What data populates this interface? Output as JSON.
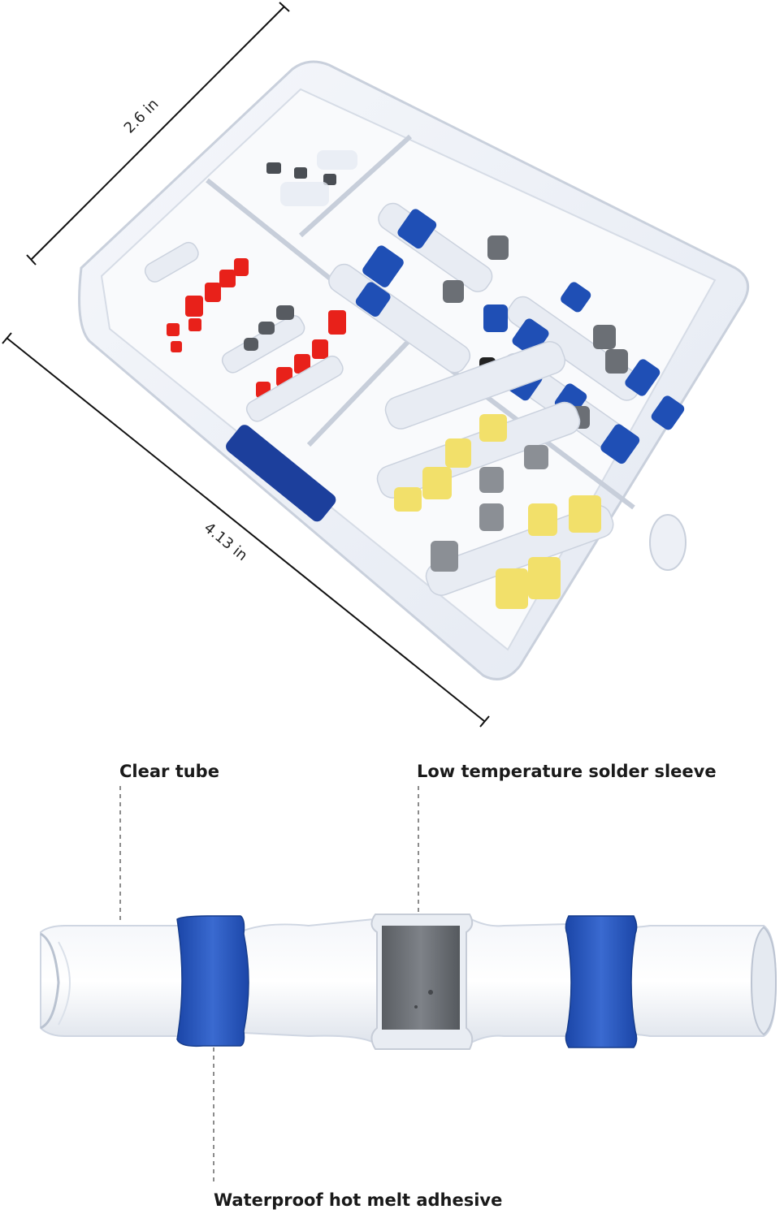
{
  "dimensions": {
    "width_label": "2.6 in",
    "length_label": "4.13 in"
  },
  "callouts": {
    "clear_tube": "Clear tube",
    "solder_sleeve": "Low temperature solder sleeve",
    "adhesive": "Waterproof hot melt adhesive"
  },
  "colors": {
    "red_connector": "#e8211a",
    "blue_connector": "#1f4fb5",
    "yellow_connector": "#f2e06a",
    "solder_grey": "#6f7378",
    "box_plastic": "#eef1f7"
  }
}
